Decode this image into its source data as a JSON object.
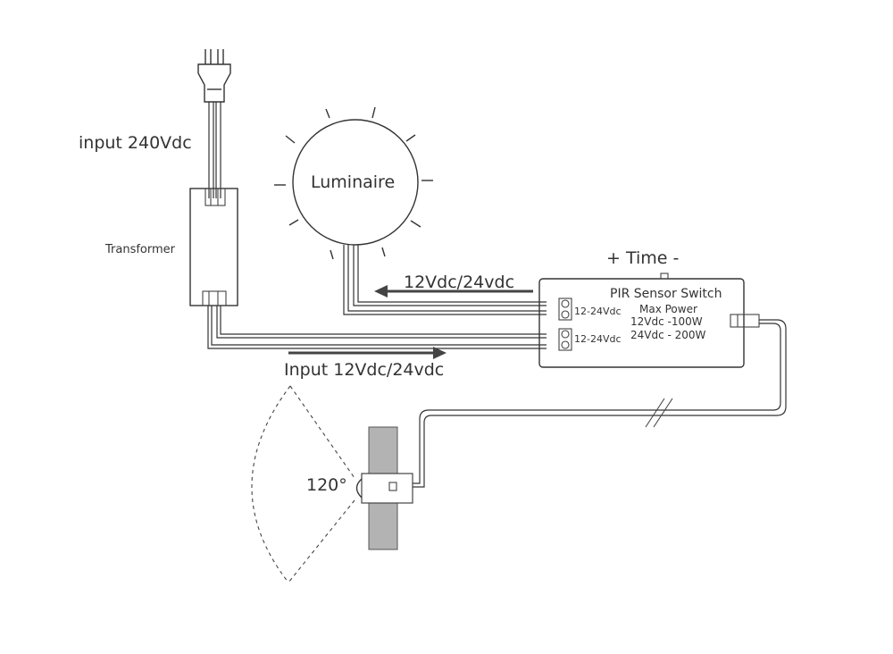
{
  "labels": {
    "input_voltage": "input 240Vdc",
    "transformer": "Transformer",
    "luminaire": "Luminaire",
    "output_voltage": "12Vdc/24vdc",
    "input_low_voltage": "Input 12Vdc/24vdc",
    "time": "+ Time -",
    "angle": "120°"
  },
  "pir_switch": {
    "title": "PIR Sensor Switch",
    "max_power": "Max Power",
    "rating_12v": "12Vdc -100W",
    "rating_24v": "24Vdc - 200W",
    "terminal_out": "12-24Vdc",
    "terminal_in": "12-24Vdc"
  },
  "colors": {
    "line": "#333333",
    "arrow": "#444444",
    "wall": "#b3b3b3"
  }
}
